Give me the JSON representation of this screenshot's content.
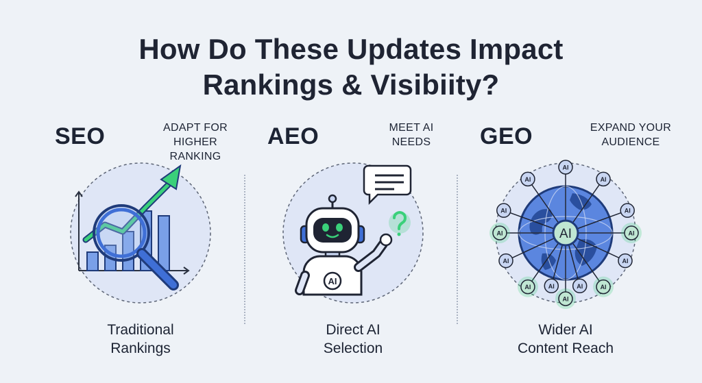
{
  "title": {
    "line1": "How Do These Updates Impact",
    "line2": "Rankings & Visibiity?"
  },
  "columns": [
    {
      "label": "SEO",
      "tag_lines": [
        "ADAPT FOR",
        "HIGHER RANKING"
      ],
      "caption_lines": [
        "Traditional",
        "Rankings"
      ],
      "icon": "growth-chart-magnifier-icon"
    },
    {
      "label": "AEO",
      "tag_lines": [
        "MEET AI",
        "NEEDS"
      ],
      "caption_lines": [
        "Direct AI",
        "Selection"
      ],
      "icon": "ai-robot-icon",
      "badge": "AI"
    },
    {
      "label": "GEO",
      "tag_lines": [
        "EXPAND YOUR",
        "AUDIENCE"
      ],
      "caption_lines": [
        "Wider AI",
        "Content Reach"
      ],
      "icon": "globe-network-icon",
      "hub_label": "AI",
      "node_label": "AI"
    }
  ],
  "colors": {
    "navy": "#1f3b7a",
    "blue": "#3f6fd6",
    "light_blue": "#c9d6f2",
    "green": "#3ad07a",
    "teal": "#bfe6d2"
  }
}
